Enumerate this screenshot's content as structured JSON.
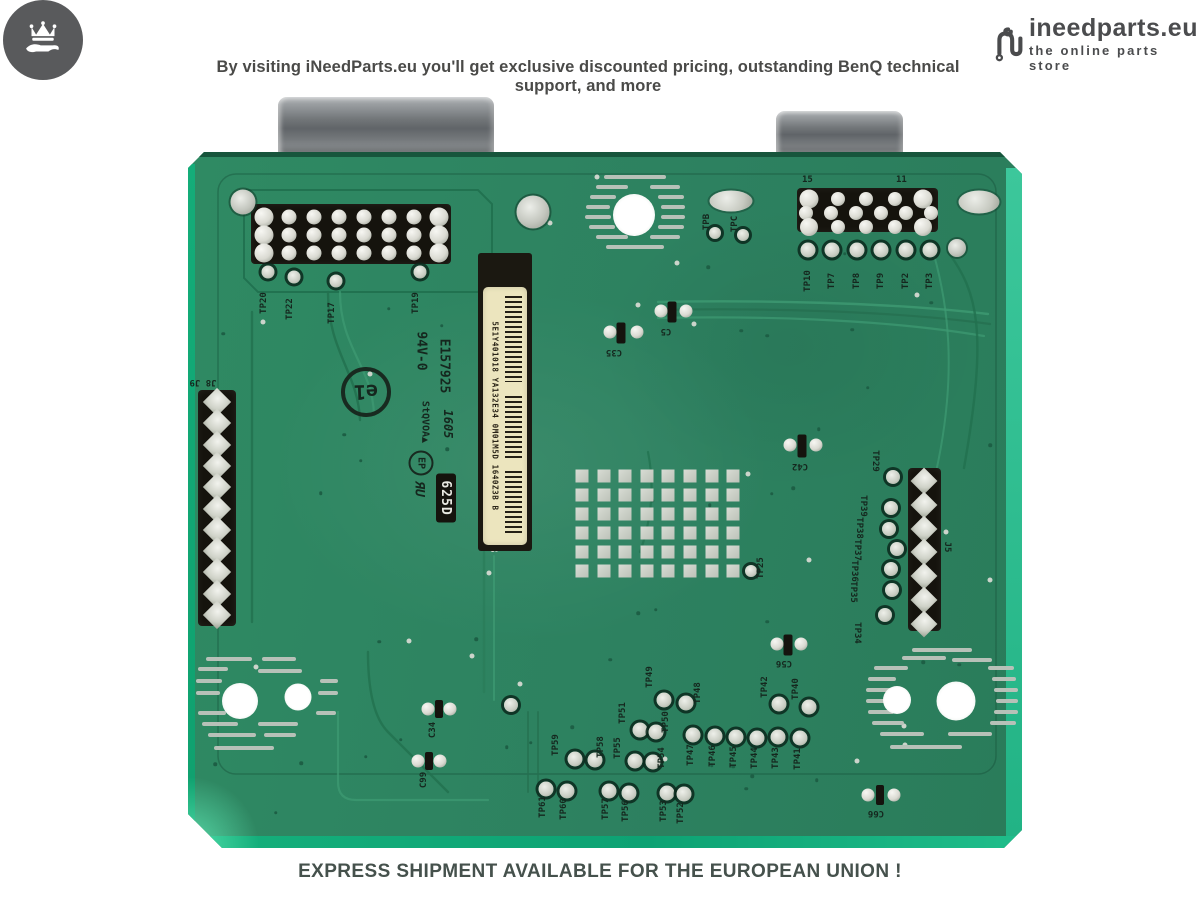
{
  "header": {
    "tagline": "By visiting iNeedParts.eu you'll get exclusive discounted pricing, outstanding BenQ technical support, and more",
    "brand": "ineedparts.eu",
    "brand_subtitle": "the online parts store"
  },
  "footer": {
    "text": "EXPRESS SHIPMENT AVAILABLE FOR THE EUROPEAN UNION !"
  },
  "board": {
    "silkscreen": {
      "flammability": "94V-0",
      "ul_file": "E157925",
      "vendor": "StQVOA▲",
      "date_code": "1605",
      "board_code": "625D",
      "e_mark": "e1",
      "ep_mark": "EP",
      "ul_mark": "ЯU",
      "rev": "B",
      "j8_label": "J8  J9",
      "j5_label": "J5",
      "pin_numbers": [
        "15",
        "11"
      ]
    },
    "sticker": {
      "serial": "5E1Y401018 YA132E34 0M01M5D 1640Z3B B"
    },
    "test_points": {
      "left_block": [
        "TP20",
        "TP22",
        "TP17",
        "TP19"
      ],
      "right_block": [
        "TP10",
        "TP7",
        "TP8",
        "TP9",
        "TP2",
        "TP3"
      ],
      "right_column": [
        "TP29",
        "TP39",
        "TP38",
        "TP37",
        "TP36",
        "TP35",
        "TP34"
      ],
      "bottom": [
        "TP49",
        "TP48",
        "TP51",
        "TP50",
        "TP42",
        "TP40",
        "TP47",
        "TP46",
        "TP45",
        "TP44",
        "TP43",
        "TP41",
        "TP59",
        "TP58",
        "TP55",
        "TP54",
        "TP61",
        "TP60",
        "TP57",
        "TP56",
        "TP53",
        "TP52"
      ],
      "misc": [
        "TPB",
        "TPC",
        "TP25"
      ]
    },
    "capacitors": [
      "C35",
      "C5",
      "C42",
      "C56",
      "C66",
      "C34",
      "C99"
    ]
  },
  "icons": {
    "left_logo": "crown-in-hand-icon",
    "right_logo": "circuit-trace-n-icon"
  },
  "colors": {
    "pcb_green": "#2E8460",
    "pcb_edge": "#27BF8E",
    "sticker_cream": "#ECE5BE",
    "connector_metal": "#9AA0A3",
    "header_text": "#4A4A48",
    "footer_text": "#45514C",
    "silkscreen_ink": "#15271E"
  }
}
